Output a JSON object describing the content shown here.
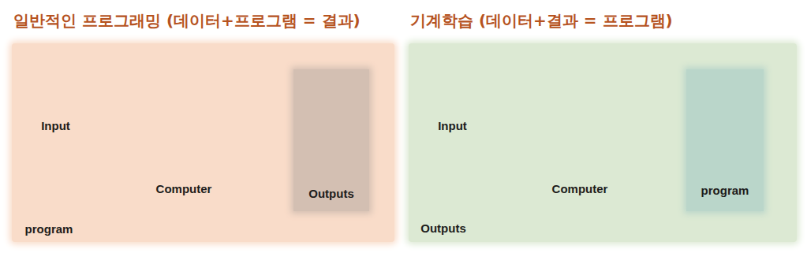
{
  "diagram": {
    "nodes": [
      {
        "text": [
          "일반적인 프로그래밍 (데이터+프로그램 = 결과)"
        ]
      },
      {
        "text": [
          "Input"
        ],
        "in": 0
      },
      {
        "text": [
          "program"
        ],
        "in": 0
      },
      {
        "text": [
          "Computer"
        ],
        "in": 0
      },
      {
        "text": [
          "Outputs"
        ],
        "in": 0
      },
      {
        "text": [
          "기계학습 (데이터+결과 = 프로그램)"
        ]
      },
      {
        "text": [
          "Input"
        ],
        "in": 5
      },
      {
        "text": [
          "Outputs"
        ],
        "in": 5
      },
      {
        "text": [
          "Computer"
        ],
        "in": 5
      },
      {
        "text": [
          "program"
        ],
        "in": 5
      }
    ],
    "edges": [
      {
        "from": 1,
        "to": 3,
        "arrow": "to"
      },
      {
        "from": 2,
        "to": 3,
        "arrow": "to"
      },
      {
        "from": 3,
        "to": 4,
        "arrow": "to"
      },
      {
        "from": 6,
        "to": 8,
        "arrow": "to"
      },
      {
        "from": 7,
        "to": 8,
        "arrow": "to"
      },
      {
        "from": 8,
        "to": 9,
        "arrow": "to"
      }
    ]
  }
}
